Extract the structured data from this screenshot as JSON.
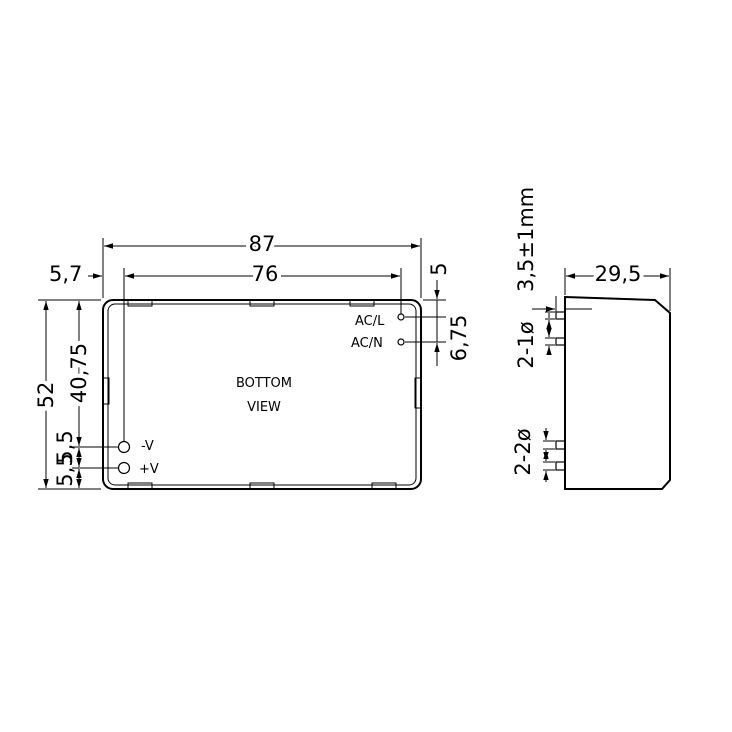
{
  "dimensions": {
    "overall_length": "87",
    "pin_span": "76",
    "pin_offset_left": "5,7",
    "top_offset": "5",
    "overall_width": "52",
    "vertical_pin_dist": "40,75",
    "bottom_offset": "5,5",
    "bottom_offset_2": "5,5",
    "ac_spacing": "6,75",
    "pin_length": "3,5±1mm",
    "height": "29,5",
    "pin_dia_small": "2-1ø",
    "pin_dia_large": "2-2ø"
  },
  "labels": {
    "view_line1": "BOTTOM",
    "view_line2": "VIEW",
    "ac_l": "AC/L",
    "ac_n": "AC/N",
    "neg_v": "-V",
    "pos_v": "+V"
  }
}
